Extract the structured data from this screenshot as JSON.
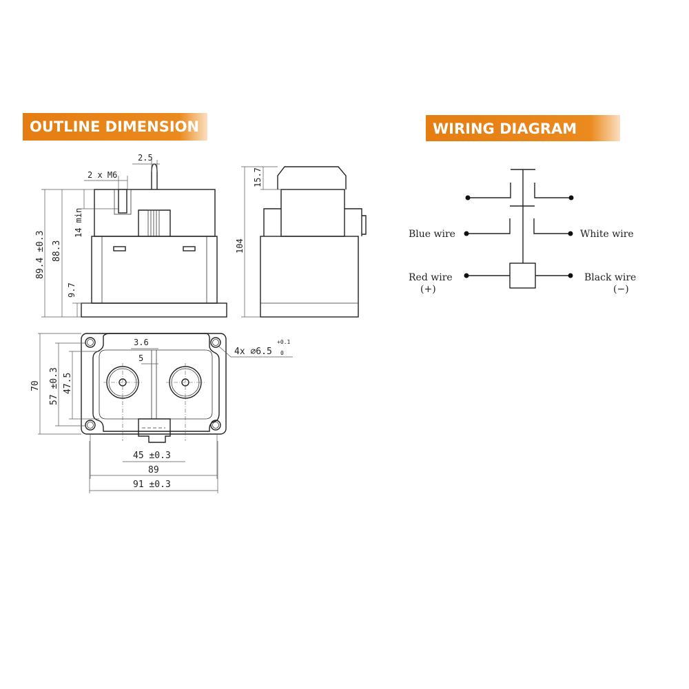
{
  "outline": {
    "title": "OUTLINE DIMENSION",
    "front_view": {
      "pin_width": "2.5",
      "thread": "2 x M6",
      "thread_depth": "14 min",
      "height_total": "89.4 ±0.3",
      "height_body": "88.3",
      "base_height": "9.7"
    },
    "side_view": {
      "height": "104",
      "cap_height": "15.7"
    },
    "bottom_view": {
      "gap_a": "3.6",
      "gap_b": "5",
      "mount_holes": "4x ∅6.5",
      "tol_upper": "+0.1",
      "tol_lower": "0",
      "width": "70",
      "hole_spacing_v": "57 ±0.3",
      "inner_v": "47.5",
      "terminal_spacing": "45 ±0.3",
      "hole_spacing_h": "89",
      "length": "91 ±0.3"
    }
  },
  "wiring": {
    "title": "WIRING DIAGRAM",
    "labels": {
      "blue": "Blue wire",
      "white": "White wire",
      "red": "Red wire",
      "red_polarity": "(+)",
      "black": "Black wire",
      "black_polarity": "(−)"
    }
  }
}
